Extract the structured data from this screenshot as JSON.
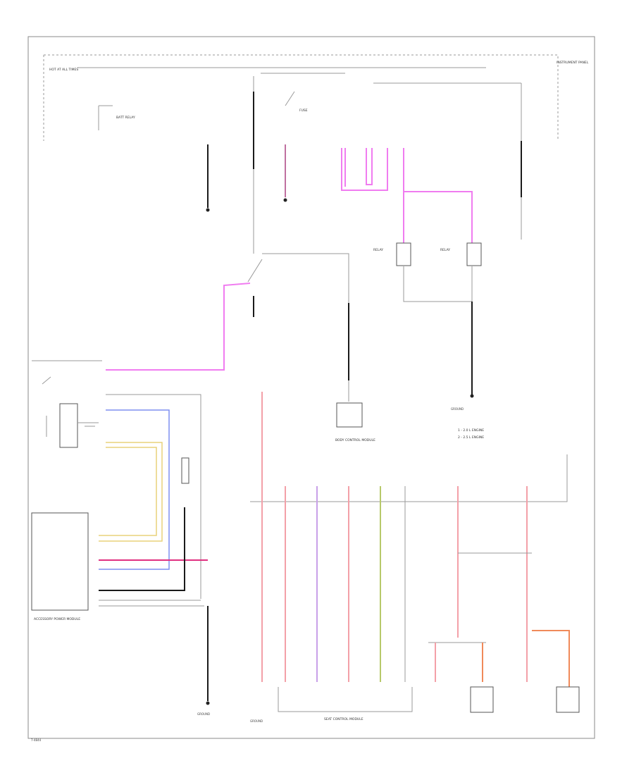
{
  "labels": {
    "top_left_fuse": "HOT AT ALL TIMES",
    "left_relay": "BATT RELAY",
    "center_fuse": "FUSE",
    "right_module": "INSTRUMENT PANEL",
    "relay_a": "RELAY",
    "relay_b": "RELAY",
    "center_module": "BODY CONTROL MODULE",
    "left_module": "ACCESSORY POWER MODULE",
    "seat_module": "SEAT CONTROL MODULE",
    "bottom_left_ground": "GROUND",
    "bottom_mid_ground": "GROUND",
    "bottom_right_ground": "GROUND",
    "legend_1": "1 - 2.0 L ENGINE",
    "legend_2": "2 - 2.5 L ENGINE",
    "page_ref": "7-4844"
  }
}
